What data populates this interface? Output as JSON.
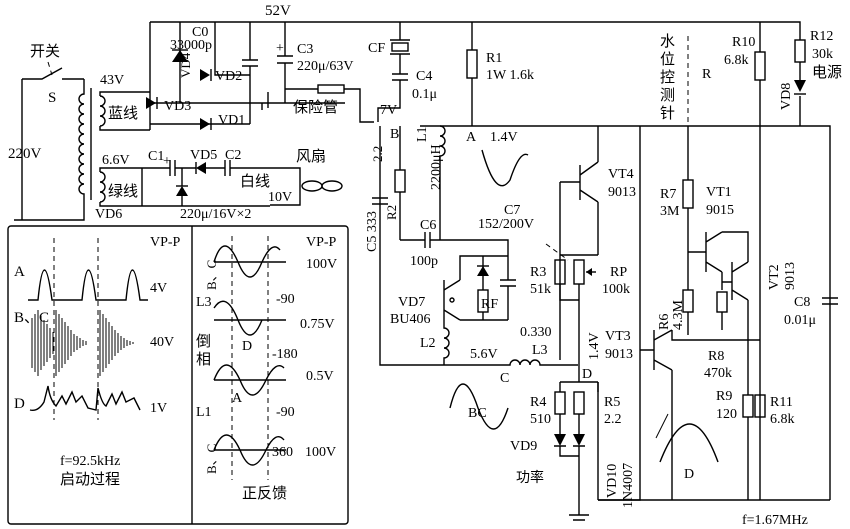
{
  "labels": {
    "v52": "52V",
    "c0_name": "C0",
    "c0_val": "33000p",
    "c3_name": "C3",
    "c3_val": "220μ/63V",
    "cf": "CF",
    "c4_name": "C4",
    "c4_val": "0.1μ",
    "r1_name": "R1",
    "r1_val": "1W 1.6k",
    "water_probe": "水位控测针",
    "r_label": "R",
    "r10_name": "R10",
    "r10_val": "6.8k",
    "r12_name": "R12",
    "r12_val": "30k",
    "power_src": "电源",
    "vd8": "VD8",
    "switch": "开关",
    "s": "S",
    "v43": "43V",
    "v220": "220V",
    "blue_wire": "蓝线",
    "vd3": "VD3",
    "vd4": "VD4",
    "vd2": "VD2",
    "vd1": "VD1",
    "fuse": "保险管",
    "v7": "7V",
    "b_node": "B",
    "r2_val": "2.2",
    "l1_name": "L1",
    "l1_val": "2200μH",
    "a_node": "A",
    "a_volt": "1.4V",
    "vt4_name": "VT4",
    "vt4_val": "9013",
    "v66": "6.6V",
    "c1": "C1",
    "vd5": "VD5",
    "c2": "C2",
    "fan": "风扇",
    "green_wire": "绿线",
    "white_wire": "白线",
    "v10": "10V",
    "vd6": "VD6",
    "c12_val": "220μ/16V×2",
    "r2_name": "R2",
    "c5": "C5 333",
    "c6": "C6",
    "c6_val": "100p",
    "c7_name": "C7",
    "c7_val": "152/200V",
    "r7_name": "R7",
    "r7_val": "3M",
    "vt1_name": "VT1",
    "vt1_val": "9015",
    "r3_name": "R3",
    "r3_val": "51k",
    "rp_name": "RP",
    "rp_val": "100k",
    "rf": "RF",
    "vd7": "VD7",
    "bu406": "BU406",
    "r6_name": "R6",
    "r6_val": "4.3M",
    "vt2_name": "VT2",
    "vt2_val": "9013",
    "c8_name": "C8",
    "c8_val": "0.01μ",
    "l3_val": "0.330",
    "l3_name": "L3",
    "l2": "L2",
    "v56": "5.6V",
    "c_node": "C",
    "v14": "1.4V",
    "d_node": "D",
    "vt3_name": "VT3",
    "vt3_val": "9013",
    "r8_name": "R8",
    "r8_val": "470k",
    "bc": "BC",
    "r4_name": "R4",
    "r4_val": "510",
    "r5_name": "R5",
    "r5_val": "2.2",
    "vd9": "VD9",
    "power_led": "功率",
    "vd10_name": "VD10",
    "vd10_val": "1N4007",
    "r9_name": "R9",
    "r9_val": "120",
    "r11_name": "R11",
    "r11_val": "6.8k",
    "d_wave": "D",
    "freq_main": "f=1.67MHz"
  },
  "startup_panel": {
    "vpp": "VP-P",
    "a": "A",
    "a_val": "4V",
    "bc": "B、C",
    "bc_val": "40V",
    "d": "D",
    "d_val": "1V",
    "freq": "f=92.5kHz",
    "caption": "启动过程"
  },
  "feedback_panel": {
    "vpp": "VP-P",
    "row1_label": "B、C",
    "row1_vpp": "100V",
    "l3": "L3",
    "phase1": "-90",
    "row2_vpp": "0.75V",
    "row2_label": "D",
    "invert": "倒相",
    "phase2": "-180",
    "row3_vpp": "0.5V",
    "row3_label": "A",
    "l1": "L1",
    "phase3": "-90",
    "row4_label": "B、C",
    "phase4": "360",
    "row4_vpp": "100V",
    "caption": "正反馈"
  }
}
